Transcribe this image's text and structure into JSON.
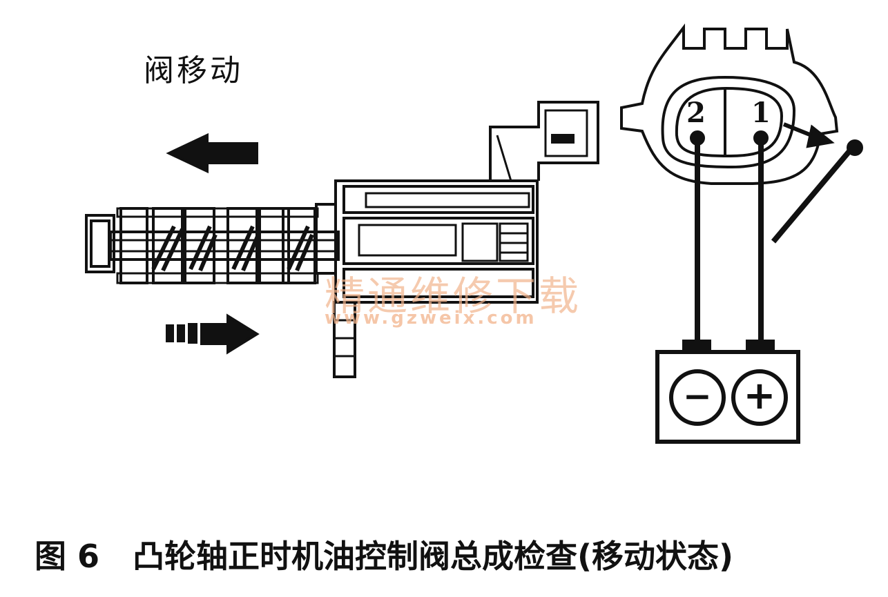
{
  "diagram": {
    "state_label": "阀移动",
    "connector_pins": [
      "2",
      "1"
    ],
    "battery": {
      "negative_symbol": "−",
      "positive_symbol": "+"
    },
    "watermark": {
      "text": "精通维修下载",
      "url": "www.gzweix.com"
    },
    "caption": {
      "figure": "图 6",
      "title": "凸轮轴正时机油控制阀总成检查(移动状态)"
    }
  }
}
